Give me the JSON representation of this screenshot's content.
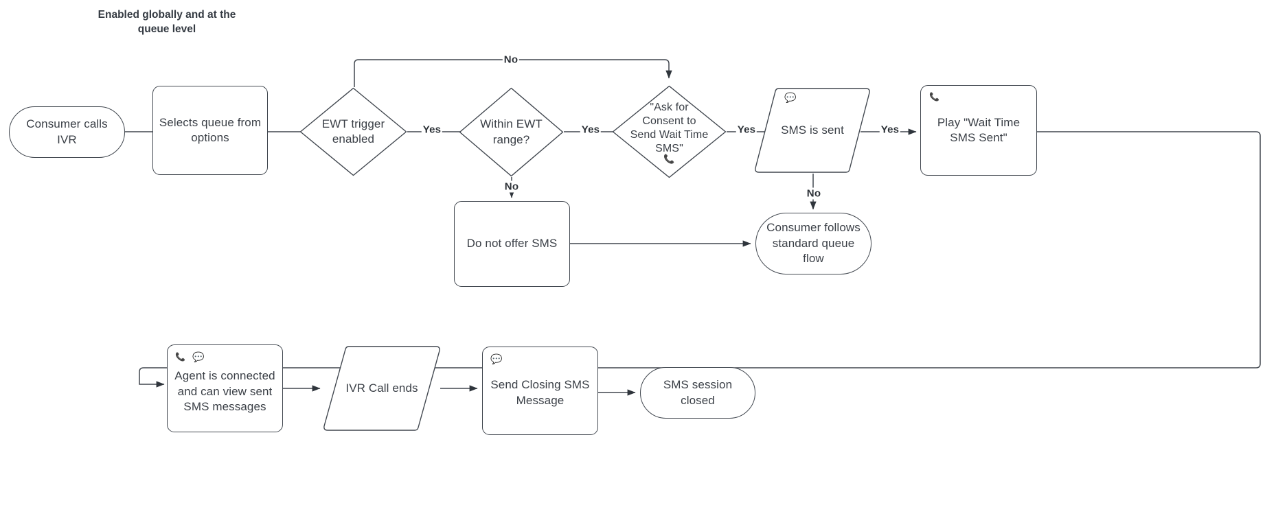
{
  "diagram": {
    "title": "Enabled globally and at the\nqueue level",
    "stroke_color": "#41474f",
    "text_color": "#3a3f46",
    "label_color": "#2b3036",
    "background": "#ffffff"
  },
  "nodes": [
    {
      "id": "consumer-calls-ivr",
      "label": "Consumer calls\nIVR",
      "shape": "stadium",
      "icons": []
    },
    {
      "id": "selects-queue-from-options",
      "label": "Selects queue from\noptions",
      "shape": "rect",
      "icons": []
    },
    {
      "id": "ewt-trigger-enabled",
      "label": "EWT trigger\nenabled",
      "shape": "diamond",
      "icons": []
    },
    {
      "id": "within-ewt-range",
      "label": "Within EWT\nrange?",
      "shape": "diamond",
      "icons": []
    },
    {
      "id": "ask-for-consent",
      "label": "\"Ask for\nConsent to\nSend Wait Time\nSMS\"",
      "shape": "diamond",
      "icons": [
        "phone-icon"
      ]
    },
    {
      "id": "sms-is-sent",
      "label": "SMS is sent",
      "shape": "parallelogram",
      "icons": [
        "chat-bubble-icon"
      ]
    },
    {
      "id": "play-wait-time-sms-sent",
      "label": "Play \"Wait Time\nSMS Sent\"",
      "shape": "rect",
      "icons": [
        "phone-icon"
      ]
    },
    {
      "id": "do-not-offer-sms",
      "label": "Do not offer SMS",
      "shape": "rect",
      "icons": []
    },
    {
      "id": "consumer-follows-standard-queue-flow",
      "label": "Consumer follows\nstandard queue flow",
      "shape": "stadium",
      "icons": []
    },
    {
      "id": "agent-is-connected",
      "label": "Agent is connected\nand can view sent\nSMS messages",
      "shape": "rect",
      "icons": [
        "phone-icon",
        "chat-bubble-icon"
      ]
    },
    {
      "id": "ivr-call-ends",
      "label": "IVR Call ends",
      "shape": "parallelogram",
      "icons": []
    },
    {
      "id": "send-closing-sms-message",
      "label": "Send Closing SMS\nMessage",
      "shape": "rect",
      "icons": [
        "chat-bubble-icon"
      ]
    },
    {
      "id": "sms-session-closed",
      "label": "SMS session closed",
      "shape": "stadium",
      "icons": []
    }
  ],
  "edge_labels": [
    {
      "id": "label-no-ewt-trigger",
      "text": "No"
    },
    {
      "id": "label-yes-ewt-trigger",
      "text": "Yes"
    },
    {
      "id": "label-yes-within-range",
      "text": "Yes"
    },
    {
      "id": "label-no-within-range",
      "text": "No"
    },
    {
      "id": "label-yes-consent",
      "text": "Yes"
    },
    {
      "id": "label-yes-sms-sent",
      "text": "Yes"
    },
    {
      "id": "label-no-sms-sent",
      "text": "No"
    }
  ],
  "edges": [
    {
      "from": "consumer-calls-ivr",
      "to": "selects-queue-from-options",
      "label": ""
    },
    {
      "from": "selects-queue-from-options",
      "to": "ewt-trigger-enabled",
      "label": ""
    },
    {
      "from": "ewt-trigger-enabled",
      "to": "within-ewt-range",
      "label": "Yes"
    },
    {
      "from": "ewt-trigger-enabled",
      "to": "ask-for-consent",
      "label": "No"
    },
    {
      "from": "within-ewt-range",
      "to": "ask-for-consent",
      "label": "Yes"
    },
    {
      "from": "within-ewt-range",
      "to": "do-not-offer-sms",
      "label": "No"
    },
    {
      "from": "ask-for-consent",
      "to": "sms-is-sent",
      "label": "Yes"
    },
    {
      "from": "sms-is-sent",
      "to": "play-wait-time-sms-sent",
      "label": "Yes"
    },
    {
      "from": "sms-is-sent",
      "to": "consumer-follows-standard-queue-flow",
      "label": "No"
    },
    {
      "from": "do-not-offer-sms",
      "to": "consumer-follows-standard-queue-flow",
      "label": ""
    },
    {
      "from": "play-wait-time-sms-sent",
      "to": "agent-is-connected",
      "label": ""
    },
    {
      "from": "agent-is-connected",
      "to": "ivr-call-ends",
      "label": ""
    },
    {
      "from": "ivr-call-ends",
      "to": "send-closing-sms-message",
      "label": ""
    },
    {
      "from": "send-closing-sms-message",
      "to": "sms-session-closed",
      "label": ""
    }
  ]
}
